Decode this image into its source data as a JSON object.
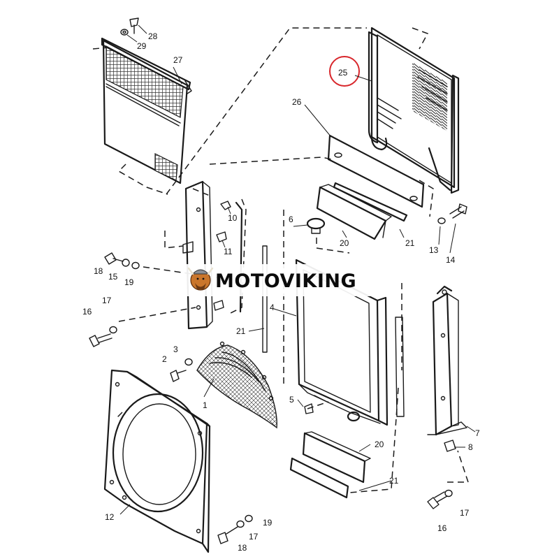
{
  "diagram": {
    "watermark": {
      "text": "MOTOVIKING"
    },
    "highlight_color": "#d8262b",
    "callouts": {
      "c1": "1",
      "c2": "2",
      "c3": "3",
      "c4": "4",
      "c5": "5",
      "c6": "6",
      "c7": "7",
      "c8": "8",
      "c10": "10",
      "c11": "11",
      "c12": "12",
      "c13": "13",
      "c14": "14",
      "c15": "15",
      "c16a": "16",
      "c16b": "16",
      "c17a": "17",
      "c17b": "17",
      "c17c": "17",
      "c18a": "18",
      "c18b": "18",
      "c19a": "19",
      "c19b": "19",
      "c20a": "20",
      "c20b": "20",
      "c21a": "21",
      "c21b": "21",
      "c21c": "21",
      "c25": "25",
      "c26": "26",
      "c27": "27",
      "c28": "28",
      "c29": "29"
    }
  }
}
